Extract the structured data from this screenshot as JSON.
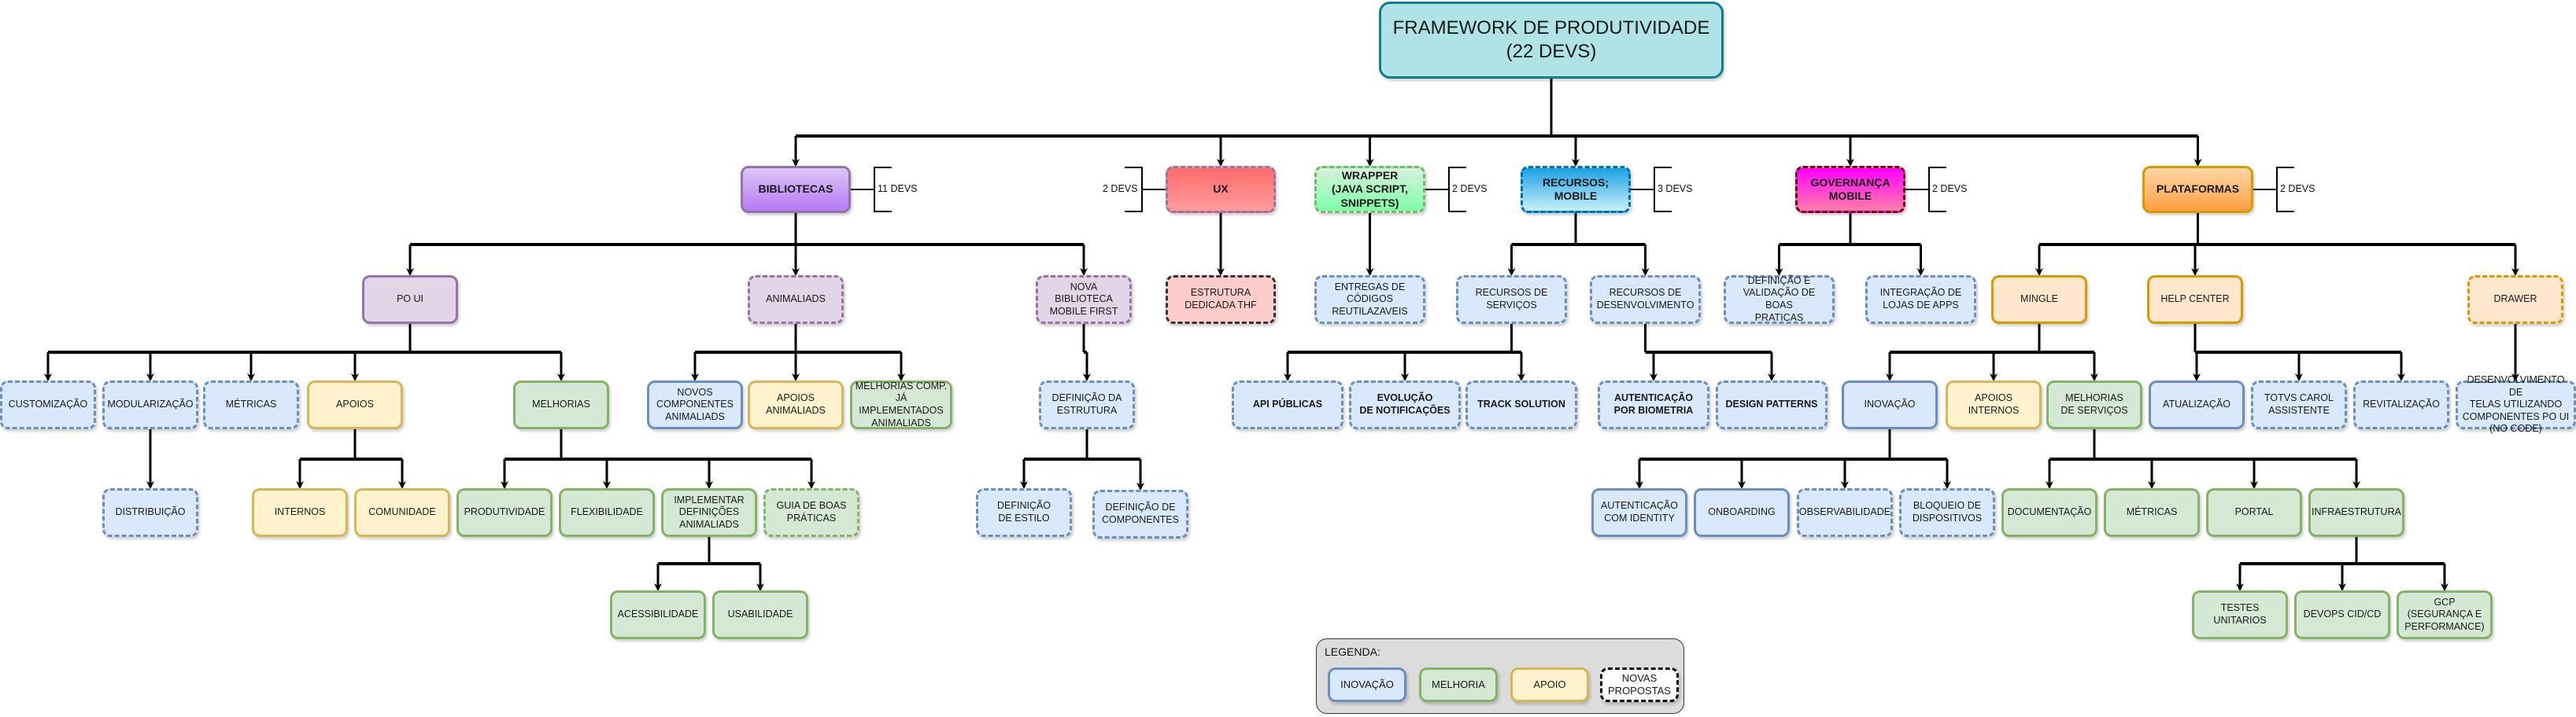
{
  "title": "FRAMEWORK DE PRODUTIVIDADE\n(22 DEVS)",
  "styles": {
    "root": {
      "fill": "#b0e3e6",
      "stroke": "#0e8088"
    },
    "purple-main": {
      "fill": "linear-gradient(#dcc7f5,#b57af5)",
      "stroke": "#9673a6"
    },
    "purple": {
      "fill": "#e1d5e7",
      "stroke": "#9673a6"
    },
    "ux": {
      "fill": "linear-gradient(#ff6b6b,#ff9c9c)",
      "stroke": "#9673a6"
    },
    "wrapper": {
      "fill": "linear-gradient(#d8f0dc,#7dffa8)",
      "stroke": "#82b366"
    },
    "recursos": {
      "fill": "linear-gradient(#1ba1e2,#c9f0fc)",
      "stroke": "#006eaf"
    },
    "governanca": {
      "fill": "linear-gradient(#ff00ff,#ff7fa8)",
      "stroke": "#6f0000"
    },
    "plataformas": {
      "fill": "linear-gradient(#ffd6a5,#ffa040)",
      "stroke": "#d79b00"
    },
    "orange": {
      "fill": "#ffe6cc",
      "stroke": "#d79b00"
    },
    "red-light": {
      "fill": "#ffcccc",
      "stroke": "#333333"
    },
    "blue": {
      "fill": "#dae8fc",
      "stroke": "#6c8ebf"
    },
    "green": {
      "fill": "#d5e8d4",
      "stroke": "#82b366"
    },
    "yellow": {
      "fill": "#fff2cc",
      "stroke": "#d6b656"
    },
    "white": {
      "fill": "#ffffff",
      "stroke": "#000000"
    }
  },
  "nodes": [
    {
      "id": "root",
      "label": "FRAMEWORK DE PRODUTIVIDADE\n(22 DEVS)",
      "style": "root",
      "border": "solid",
      "weight": "root"
    },
    {
      "id": "bibliotecas",
      "label": "BIBLIOTECAS",
      "style": "purple-main",
      "border": "solid",
      "weight": "bold",
      "devs": "11 DEVS",
      "devs_side": "right"
    },
    {
      "id": "ux",
      "label": "UX",
      "style": "ux",
      "border": "dashed",
      "weight": "bold",
      "devs": "2 DEVS",
      "devs_side": "left"
    },
    {
      "id": "wrapper",
      "label": "WRAPPER\n(JAVA SCRIPT,\nSNIPPETS)",
      "style": "wrapper",
      "border": "dashed",
      "weight": "bold",
      "devs": "2 DEVS",
      "devs_side": "right"
    },
    {
      "id": "recursos-mobile",
      "label": "RECURSOS;\nMOBILE",
      "style": "recursos",
      "border": "dashed",
      "weight": "bold",
      "devs": "3 DEVS",
      "devs_side": "right"
    },
    {
      "id": "governanca-mobile",
      "label": "GOVERNANÇA\nMOBILE",
      "style": "governanca",
      "border": "dashed",
      "weight": "bold",
      "devs": "2 DEVS",
      "devs_side": "right"
    },
    {
      "id": "plataformas",
      "label": "PLATAFORMAS",
      "style": "plataformas",
      "border": "solid",
      "weight": "bold",
      "devs": "2 DEVS",
      "devs_side": "right"
    },
    {
      "id": "po-ui",
      "label": "PO UI",
      "style": "purple",
      "border": "solid"
    },
    {
      "id": "animaliads",
      "label": "ANIMALIADS",
      "style": "purple",
      "border": "dashed"
    },
    {
      "id": "nova-biblioteca",
      "label": "NOVA BIBLIOTECA\nMOBILE FIRST",
      "style": "purple",
      "border": "dashed"
    },
    {
      "id": "estrutura-thf",
      "label": "ESTRUTURA\nDEDICADA  THF",
      "style": "red-light",
      "border": "dashed"
    },
    {
      "id": "entregas-codigos",
      "label": "ENTREGAS DE\nCÓDIGOS\nREUTILAZAVEIS",
      "style": "blue",
      "border": "dashed"
    },
    {
      "id": "recursos-servicos",
      "label": "RECURSOS DE\nSERVIÇOS",
      "style": "blue",
      "border": "dashed"
    },
    {
      "id": "recursos-desenvolvimento",
      "label": "RECURSOS DE\nDESENVOLVIMENTO",
      "style": "blue",
      "border": "dashed"
    },
    {
      "id": "definicao-boas-praticas",
      "label": "DEFINIÇÃO E\nVALIDAÇÃO DE BOAS\nPRATICAS",
      "style": "blue",
      "border": "dashed"
    },
    {
      "id": "integracao-lojas",
      "label": "INTEGRAÇÃO DE\nLOJAS DE APPS",
      "style": "blue",
      "border": "dashed"
    },
    {
      "id": "mingle",
      "label": "MINGLE",
      "style": "orange",
      "border": "solid"
    },
    {
      "id": "help-center",
      "label": "HELP CENTER",
      "style": "orange",
      "border": "solid"
    },
    {
      "id": "drawer",
      "label": "DRAWER",
      "style": "orange",
      "border": "dashed"
    },
    {
      "id": "customizacao",
      "label": "CUSTOMIZAÇÃO",
      "style": "blue",
      "border": "dashed"
    },
    {
      "id": "modularizacao",
      "label": "MODULARIZAÇÃO",
      "style": "blue",
      "border": "dashed"
    },
    {
      "id": "metricas-po",
      "label": "MÉTRICAS",
      "style": "blue",
      "border": "dashed"
    },
    {
      "id": "apoios",
      "label": "APOIOS",
      "style": "yellow",
      "border": "solid"
    },
    {
      "id": "melhorias",
      "label": "MELHORIAS",
      "style": "green",
      "border": "solid"
    },
    {
      "id": "novos-componentes",
      "label": "NOVOS\nCOMPONENTES\nANIMALIADS",
      "style": "blue",
      "border": "solid"
    },
    {
      "id": "apoios-animaliads",
      "label": "APOIOS\nANIMALIADS",
      "style": "yellow",
      "border": "solid"
    },
    {
      "id": "melhorias-comp",
      "label": "MELHORIAS COMP.\nJÁ IMPLEMENTADOS\nANIMALIADS",
      "style": "green",
      "border": "solid"
    },
    {
      "id": "definicao-estrutura",
      "label": "DEFINIÇÃO DA\nESTRUTURA",
      "style": "blue",
      "border": "dashed"
    },
    {
      "id": "api-publicas",
      "label": "API PÚBLICAS",
      "style": "blue",
      "border": "dashed",
      "weight": "semibold"
    },
    {
      "id": "evolucao-notificacoes",
      "label": "EVOLUÇÃO\nDE NOTIFICAÇÕES",
      "style": "blue",
      "border": "dashed",
      "weight": "semibold"
    },
    {
      "id": "track-solution",
      "label": "TRACK SOLUTION",
      "style": "blue",
      "border": "dashed",
      "weight": "semibold"
    },
    {
      "id": "autenticacao-biometria",
      "label": "AUTENTICAÇÃO\nPOR BIOMETRIA",
      "style": "blue",
      "border": "dashed",
      "weight": "semibold"
    },
    {
      "id": "design-patterns",
      "label": "DESIGN PATTERNS",
      "style": "blue",
      "border": "dashed",
      "weight": "semibold"
    },
    {
      "id": "inovacao",
      "label": "INOVAÇÃO",
      "style": "blue",
      "border": "solid"
    },
    {
      "id": "apoios-internos",
      "label": "APOIOS\nINTERNOS",
      "style": "yellow",
      "border": "solid"
    },
    {
      "id": "melhorias-servicos",
      "label": "MELHORIAS\nDE SERVIÇOS",
      "style": "green",
      "border": "solid"
    },
    {
      "id": "atualizacao",
      "label": "ATUALIZAÇÃO",
      "style": "blue",
      "border": "solid"
    },
    {
      "id": "totvs-carol",
      "label": "TOTVS CAROL\nASSISTENTE",
      "style": "blue",
      "border": "dashed"
    },
    {
      "id": "revitalizacao",
      "label": "REVITALIZAÇÃO",
      "style": "blue",
      "border": "dashed"
    },
    {
      "id": "desenvolvimento-telas",
      "label": "DESENVOLVIMENTO DE\nTELAS UTILIZANDO\nCOMPONENTES PO UI\n(NO CODE)",
      "style": "blue",
      "border": "dashed"
    },
    {
      "id": "distribuicao",
      "label": "DISTRIBUIÇÃO",
      "style": "blue",
      "border": "dashed"
    },
    {
      "id": "internos",
      "label": "INTERNOS",
      "style": "yellow",
      "border": "solid"
    },
    {
      "id": "comunidade",
      "label": "COMUNIDADE",
      "style": "yellow",
      "border": "solid"
    },
    {
      "id": "produtividade",
      "label": "PRODUTIVIDADE",
      "style": "green",
      "border": "solid"
    },
    {
      "id": "flexibilidade",
      "label": "FLEXIBILIDADE",
      "style": "green",
      "border": "solid"
    },
    {
      "id": "implementar-definicoes",
      "label": "IMPLEMENTAR\nDEFINIÇÕES\nANIMALIADS",
      "style": "green",
      "border": "solid"
    },
    {
      "id": "guia-boas-praticas",
      "label": "GUIA DE BOAS\nPRÁTICAS",
      "style": "green",
      "border": "dashed"
    },
    {
      "id": "definicao-estilo",
      "label": "DEFINIÇÃO\nDE ESTILO",
      "style": "blue",
      "border": "dashed"
    },
    {
      "id": "definicao-componentes",
      "label": "DEFINIÇÃO DE\nCOMPONENTES",
      "style": "blue",
      "border": "dashed"
    },
    {
      "id": "autenticacao-identity",
      "label": "AUTENTICAÇÃO\nCOM IDENTITY",
      "style": "blue",
      "border": "solid"
    },
    {
      "id": "onboarding",
      "label": "ONBOARDING",
      "style": "blue",
      "border": "solid"
    },
    {
      "id": "observabilidade",
      "label": "OBSERVABILIDADE",
      "style": "blue",
      "border": "dashed"
    },
    {
      "id": "bloqueio-dispositivos",
      "label": "BLOQUEIO DE\nDISPOSITIVOS",
      "style": "blue",
      "border": "dashed"
    },
    {
      "id": "documentacao",
      "label": "DOCUMENTAÇÃO",
      "style": "green",
      "border": "solid"
    },
    {
      "id": "metricas-servicos",
      "label": "MÉTRICAS",
      "style": "green",
      "border": "solid"
    },
    {
      "id": "portal",
      "label": "PORTAL",
      "style": "green",
      "border": "solid"
    },
    {
      "id": "infraestrutura",
      "label": "INFRAESTRUTURA",
      "style": "green",
      "border": "solid"
    },
    {
      "id": "acessibilidade",
      "label": "ACESSIBILIDADE",
      "style": "green",
      "border": "solid"
    },
    {
      "id": "usabilidade",
      "label": "USABILIDADE",
      "style": "green",
      "border": "solid"
    },
    {
      "id": "testes-unitarios",
      "label": "TESTES UNITARIOS",
      "style": "green",
      "border": "solid"
    },
    {
      "id": "devops",
      "label": "DEVOPS CID/CD",
      "style": "green",
      "border": "solid"
    },
    {
      "id": "gcp",
      "label": "GCP (SEGURANÇA E\nPERFORMANCE)",
      "style": "green",
      "border": "solid"
    }
  ],
  "edges": [
    [
      "root",
      [
        "bibliotecas",
        "ux",
        "wrapper",
        "recursos-mobile",
        "governanca-mobile",
        "plataformas"
      ]
    ],
    [
      "bibliotecas",
      [
        "po-ui",
        "animaliads",
        "nova-biblioteca"
      ]
    ],
    [
      "ux",
      [
        "estrutura-thf"
      ]
    ],
    [
      "wrapper",
      [
        "entregas-codigos"
      ]
    ],
    [
      "recursos-mobile",
      [
        "recursos-servicos",
        "recursos-desenvolvimento"
      ]
    ],
    [
      "governanca-mobile",
      [
        "definicao-boas-praticas",
        "integracao-lojas"
      ]
    ],
    [
      "plataformas",
      [
        "mingle",
        "help-center",
        "drawer"
      ]
    ],
    [
      "po-ui",
      [
        "customizacao",
        "modularizacao",
        "metricas-po",
        "apoios",
        "melhorias"
      ]
    ],
    [
      "animaliads",
      [
        "novos-componentes",
        "apoios-animaliads",
        "melhorias-comp"
      ]
    ],
    [
      "nova-biblioteca",
      [
        "definicao-estrutura"
      ]
    ],
    [
      "recursos-servicos",
      [
        "api-publicas",
        "evolucao-notificacoes",
        "track-solution"
      ]
    ],
    [
      "recursos-desenvolvimento",
      [
        "autenticacao-biometria",
        "design-patterns"
      ]
    ],
    [
      "mingle",
      [
        "inovacao",
        "apoios-internos",
        "melhorias-servicos"
      ]
    ],
    [
      "help-center",
      [
        "atualizacao",
        "totvs-carol",
        "revitalizacao"
      ]
    ],
    [
      "drawer",
      [
        "desenvolvimento-telas"
      ]
    ],
    [
      "modularizacao",
      [
        "distribuicao"
      ]
    ],
    [
      "apoios",
      [
        "internos",
        "comunidade"
      ]
    ],
    [
      "melhorias",
      [
        "produtividade",
        "flexibilidade",
        "implementar-definicoes",
        "guia-boas-praticas"
      ]
    ],
    [
      "definicao-estrutura",
      [
        "definicao-estilo",
        "definicao-componentes"
      ]
    ],
    [
      "inovacao",
      [
        "autenticacao-identity",
        "onboarding",
        "observabilidade",
        "bloqueio-dispositivos"
      ]
    ],
    [
      "melhorias-servicos",
      [
        "documentacao",
        "metricas-servicos",
        "portal",
        "infraestrutura"
      ]
    ],
    [
      "implementar-definicoes",
      [
        "acessibilidade",
        "usabilidade"
      ]
    ],
    [
      "infraestrutura",
      [
        "testes-unitarios",
        "devops",
        "gcp"
      ]
    ]
  ],
  "legend": {
    "title": "LEGENDA:",
    "items": [
      {
        "label": "INOVAÇÃO",
        "style": "blue",
        "border": "solid"
      },
      {
        "label": "MELHORIA",
        "style": "green",
        "border": "solid"
      },
      {
        "label": "APOIO",
        "style": "yellow",
        "border": "solid"
      },
      {
        "label": "NOVAS\nPROPOSTAS",
        "style": "white",
        "border": "dashed"
      }
    ]
  }
}
